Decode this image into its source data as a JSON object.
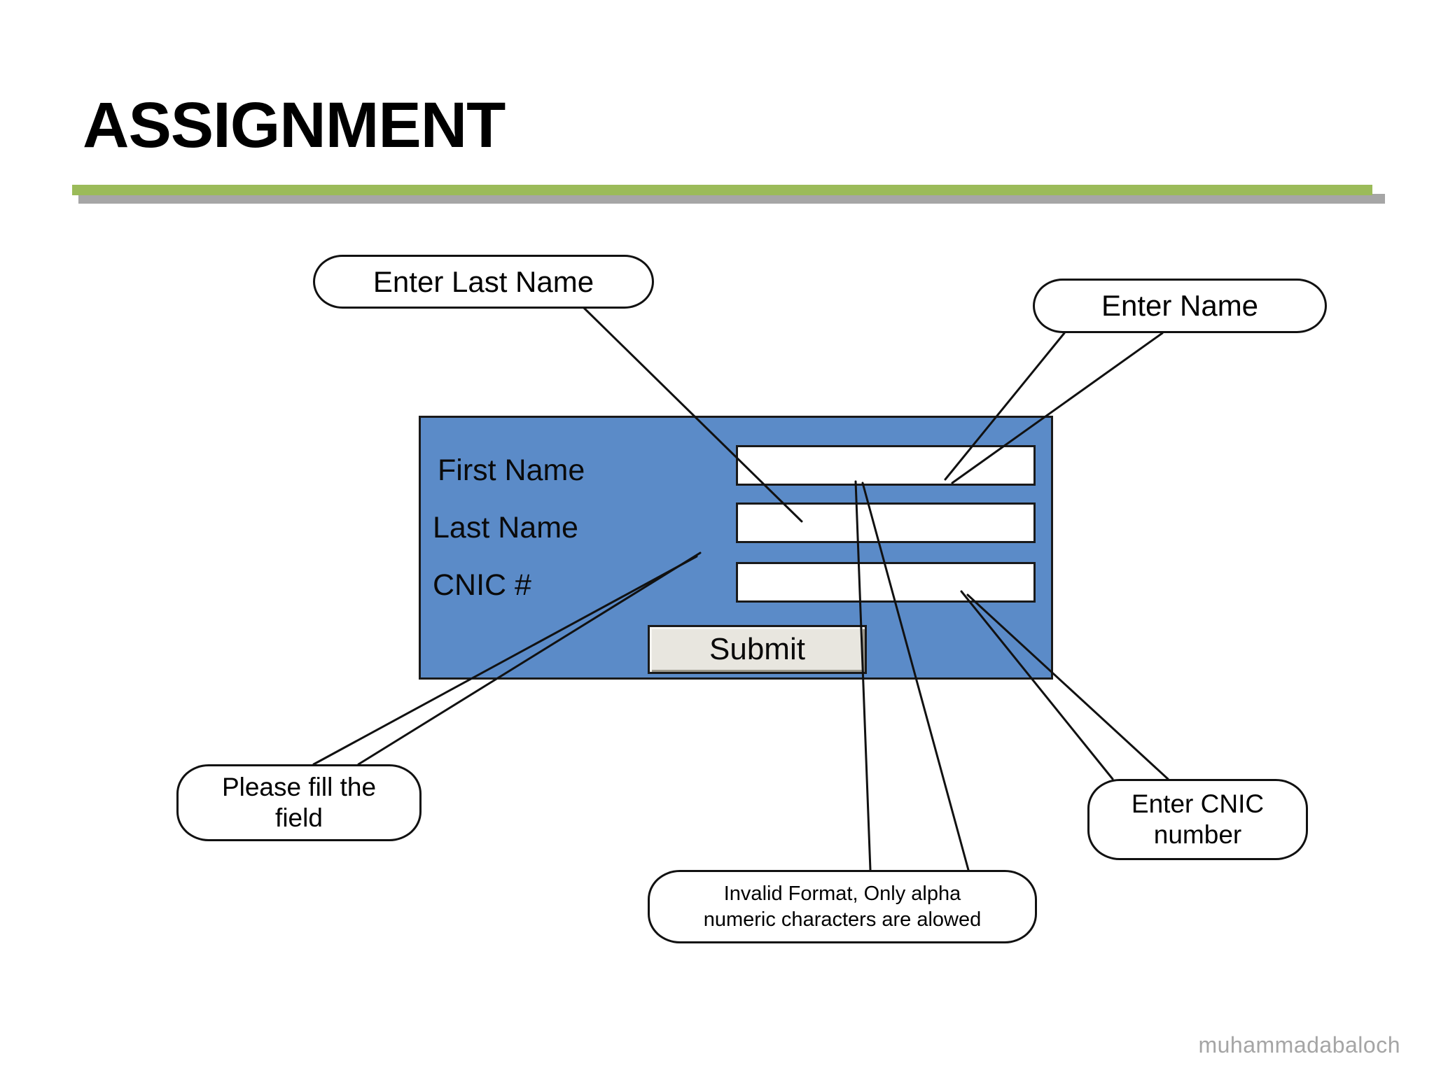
{
  "slide": {
    "title": "ASSIGNMENT",
    "accent_color": "#9bbb59",
    "shadow_color": "#a6a6a6",
    "panel_color": "#5b8bc8",
    "watermark": "muhammadabaloch"
  },
  "form": {
    "fields": [
      {
        "label": "First Name",
        "value": "",
        "placeholder": ""
      },
      {
        "label": "Last Name",
        "value": "",
        "placeholder": ""
      },
      {
        "label": "CNIC #",
        "value": "",
        "placeholder": ""
      }
    ],
    "submit_label": "Submit"
  },
  "callouts": {
    "last_name": {
      "text": "Enter Last Name"
    },
    "name": {
      "text": "Enter Name"
    },
    "fill_field": {
      "line1": "Please fill the",
      "line2": "field"
    },
    "cnic": {
      "line1": "Enter CNIC",
      "line2": "number"
    },
    "invalid": {
      "line1": "Invalid Format, Only alpha",
      "line2": "numeric characters are alowed"
    }
  }
}
